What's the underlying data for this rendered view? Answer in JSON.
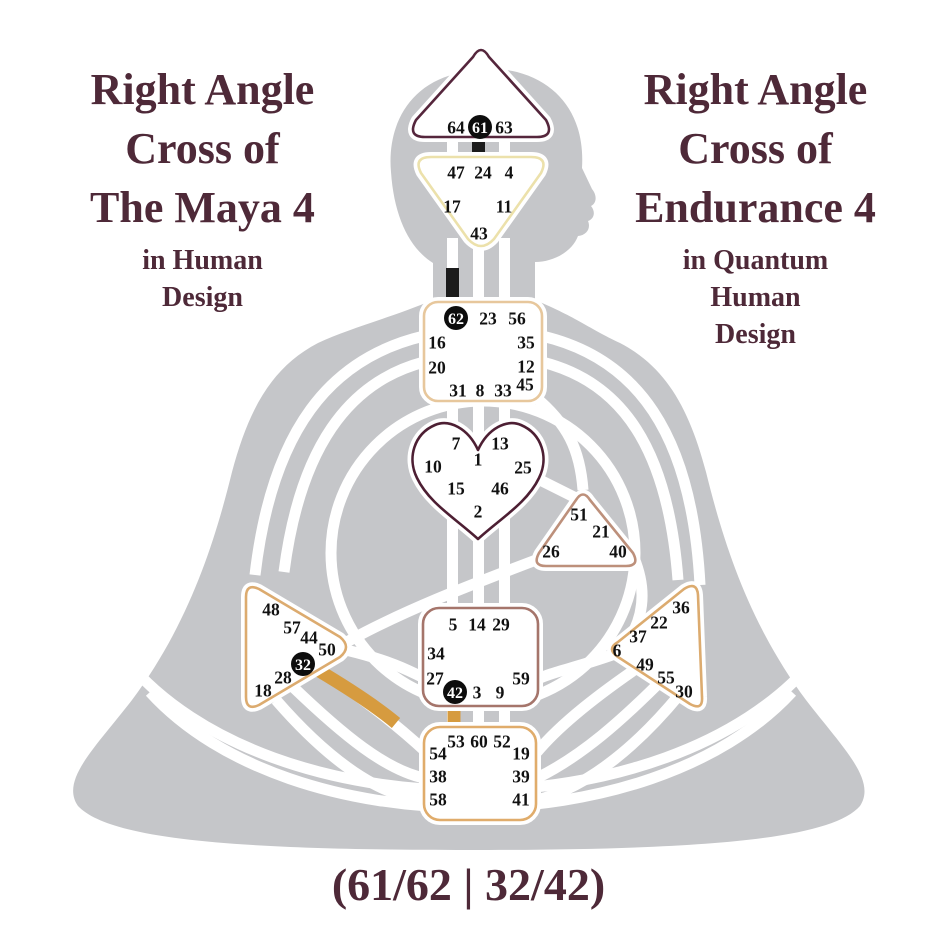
{
  "titles": {
    "left": {
      "lines": [
        "Right Angle",
        "Cross of",
        "The Maya 4"
      ],
      "sub_lines": [
        "in Human",
        "Design"
      ]
    },
    "right": {
      "lines": [
        "Right Angle",
        "Cross of",
        "Endurance 4"
      ],
      "sub_lines": [
        "in Quantum",
        "Human",
        "Design"
      ]
    }
  },
  "cross_notation": "(61/62 | 32/42)",
  "colors": {
    "title_text": "#4e2938",
    "silhouette": "#c5c6c9",
    "channel": "#ffffff",
    "channel_highlight": "#d69b3f",
    "activation_mark": "#1b1b1b",
    "gate_filled_bg": "#0d0d0d",
    "gate_filled_text": "#ffffff"
  },
  "bodygraph": {
    "activated_gates": [
      61,
      62,
      32,
      42
    ],
    "highlighted_channels": [
      "61-24",
      "62-17",
      "32-54",
      "42-53"
    ],
    "centers": [
      {
        "id": "head",
        "shape": "triangle-up",
        "border": "#55263c",
        "gates": [
          64,
          61,
          63
        ]
      },
      {
        "id": "ajna",
        "shape": "triangle-down",
        "border": "#ece1ab",
        "gates": [
          47,
          24,
          4,
          17,
          11,
          43
        ]
      },
      {
        "id": "throat",
        "shape": "rounded-square",
        "border": "#e7c79c",
        "gates": [
          62,
          23,
          56,
          16,
          35,
          20,
          12,
          31,
          8,
          33,
          45
        ]
      },
      {
        "id": "g-center",
        "shape": "heart",
        "border": "#4d1f33",
        "gates": [
          7,
          13,
          1,
          10,
          25,
          15,
          46,
          2
        ]
      },
      {
        "id": "ego",
        "shape": "triangle-up",
        "border": "#bd907b",
        "gates": [
          51,
          21,
          26,
          40
        ]
      },
      {
        "id": "spleen",
        "shape": "triangle-right",
        "border": "#dcab6f",
        "gates": [
          48,
          57,
          44,
          50,
          32,
          28,
          18
        ]
      },
      {
        "id": "sacral",
        "shape": "rounded-square",
        "border": "#a5756b",
        "gates": [
          5,
          14,
          29,
          34,
          27,
          59,
          42,
          3,
          9
        ]
      },
      {
        "id": "solar-plexus",
        "shape": "triangle-left",
        "border": "#dcab6f",
        "gates": [
          36,
          22,
          37,
          6,
          49,
          55,
          30
        ]
      },
      {
        "id": "root",
        "shape": "rounded-square",
        "border": "#e0ac6b",
        "gates": [
          53,
          60,
          52,
          54,
          19,
          38,
          39,
          58,
          41
        ]
      }
    ]
  }
}
